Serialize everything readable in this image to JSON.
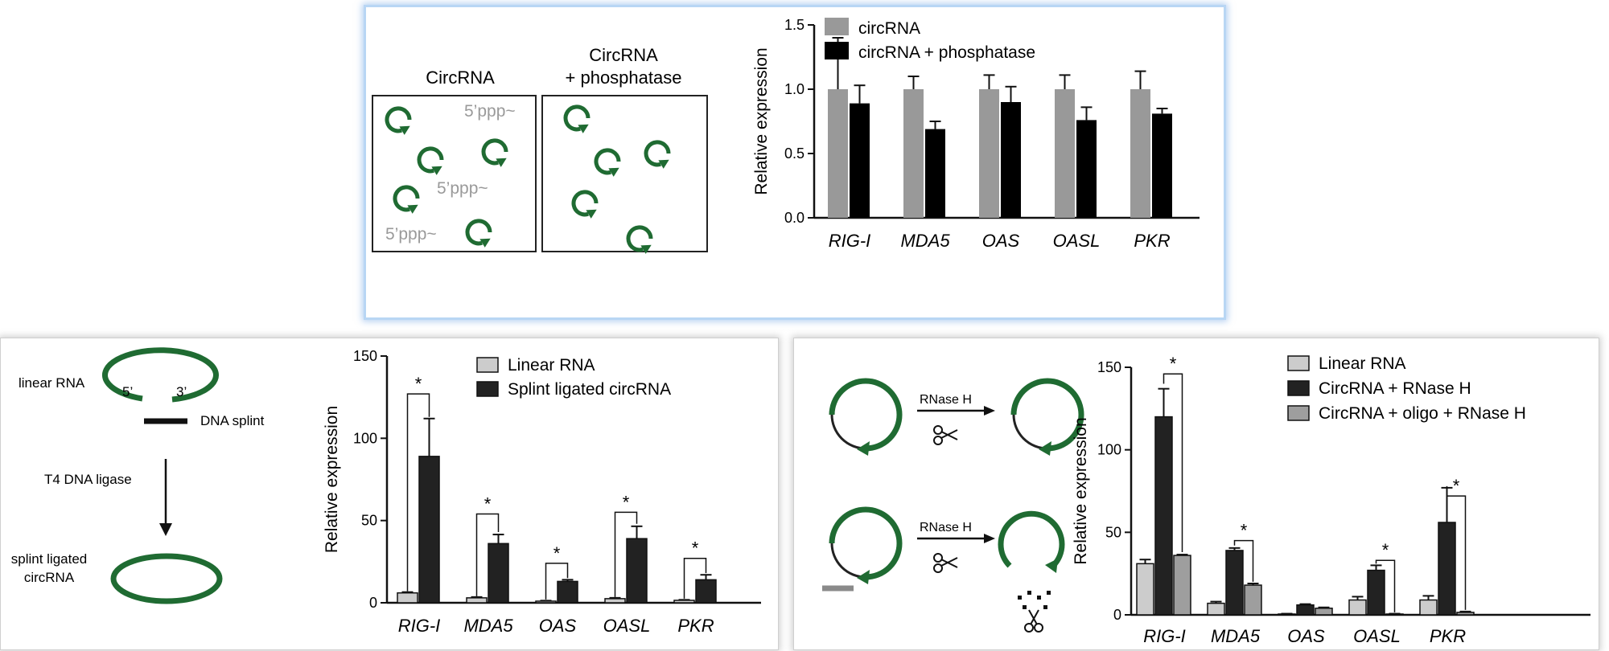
{
  "colors": {
    "green": "#1f6b32",
    "gray_bar": "#999999",
    "black_bar": "#000000",
    "light_bar": "#cccccc",
    "dark_bar": "#222222",
    "mid_bar": "#9e9e9e"
  },
  "top_schematic": {
    "box1_title": "CircRNA",
    "box2_title_line1": "CircRNA",
    "box2_title_line2": "+ phosphatase",
    "ppp_label": "5’ppp~"
  },
  "bl_schematic": {
    "linear_label": "linear RNA",
    "five_prime": "5’",
    "three_prime": "3’",
    "dna_splint": "DNA splint",
    "ligase": "T4 DNA ligase",
    "product_line1": "splint ligated",
    "product_line2": "circRNA"
  },
  "br_schematic": {
    "rnase_label_1": "RNase H",
    "rnase_label_2": "RNase H",
    "scissors_icon": "scissors-icon"
  },
  "chart_data": [
    {
      "id": "top",
      "type": "bar",
      "categories": [
        "RIG-I",
        "MDA5",
        "OAS",
        "OASL",
        "PKR"
      ],
      "ylabel": "Relative expression",
      "ylim": [
        0,
        1.5
      ],
      "yticks": [
        "0.0",
        "0.5",
        "1.0",
        "1.5"
      ],
      "legend_position": "top",
      "series": [
        {
          "name": "circRNA",
          "values": [
            1.0,
            1.0,
            1.0,
            1.0,
            1.0
          ],
          "errors": [
            0.4,
            0.1,
            0.11,
            0.11,
            0.14
          ],
          "color": "#999999"
        },
        {
          "name": "circRNA + phosphatase",
          "values": [
            0.89,
            0.69,
            0.9,
            0.76,
            0.81
          ],
          "errors": [
            0.14,
            0.06,
            0.12,
            0.1,
            0.04
          ],
          "color": "#000000"
        }
      ]
    },
    {
      "id": "bl",
      "type": "bar",
      "categories": [
        "RIG-I",
        "MDA5",
        "OAS",
        "OASL",
        "PKR"
      ],
      "ylabel": "Relative expression",
      "ylim": [
        0,
        150
      ],
      "yticks": [
        "0",
        "50",
        "100",
        "150"
      ],
      "legend_position": "top",
      "significance": "*",
      "series": [
        {
          "name": "Linear RNA",
          "values": [
            6,
            3,
            1,
            2.5,
            1.5
          ],
          "errors": [
            0.5,
            0.5,
            0.3,
            0.5,
            0.3
          ],
          "color": "#cccccc"
        },
        {
          "name": "Splint ligated circRNA",
          "values": [
            89,
            36,
            13,
            39,
            14
          ],
          "errors": [
            23,
            5.5,
            1,
            7.5,
            3
          ],
          "color": "#222222"
        }
      ]
    },
    {
      "id": "br",
      "type": "bar",
      "categories": [
        "RIG-I",
        "MDA5",
        "OAS",
        "OASL",
        "PKR"
      ],
      "ylabel": "Relative expression",
      "ylim": [
        0,
        150
      ],
      "yticks": [
        "0",
        "50",
        "100",
        "150"
      ],
      "legend_position": "top",
      "significance": "*",
      "series": [
        {
          "name": "Linear RNA",
          "values": [
            31,
            7,
            0.5,
            9,
            9
          ],
          "errors": [
            2.5,
            1,
            0.2,
            2,
            2.5
          ],
          "color": "#cccccc"
        },
        {
          "name": "CircRNA + RNase H",
          "values": [
            120,
            39,
            6,
            27,
            56
          ],
          "errors": [
            17,
            1.5,
            0.5,
            3,
            21
          ],
          "color": "#222222"
        },
        {
          "name": "CircRNA + oligo + RNase H",
          "values": [
            36,
            18,
            4,
            0.5,
            1.5
          ],
          "errors": [
            0.5,
            1,
            0.5,
            0.2,
            0.5
          ],
          "color": "#9e9e9e"
        }
      ]
    }
  ]
}
